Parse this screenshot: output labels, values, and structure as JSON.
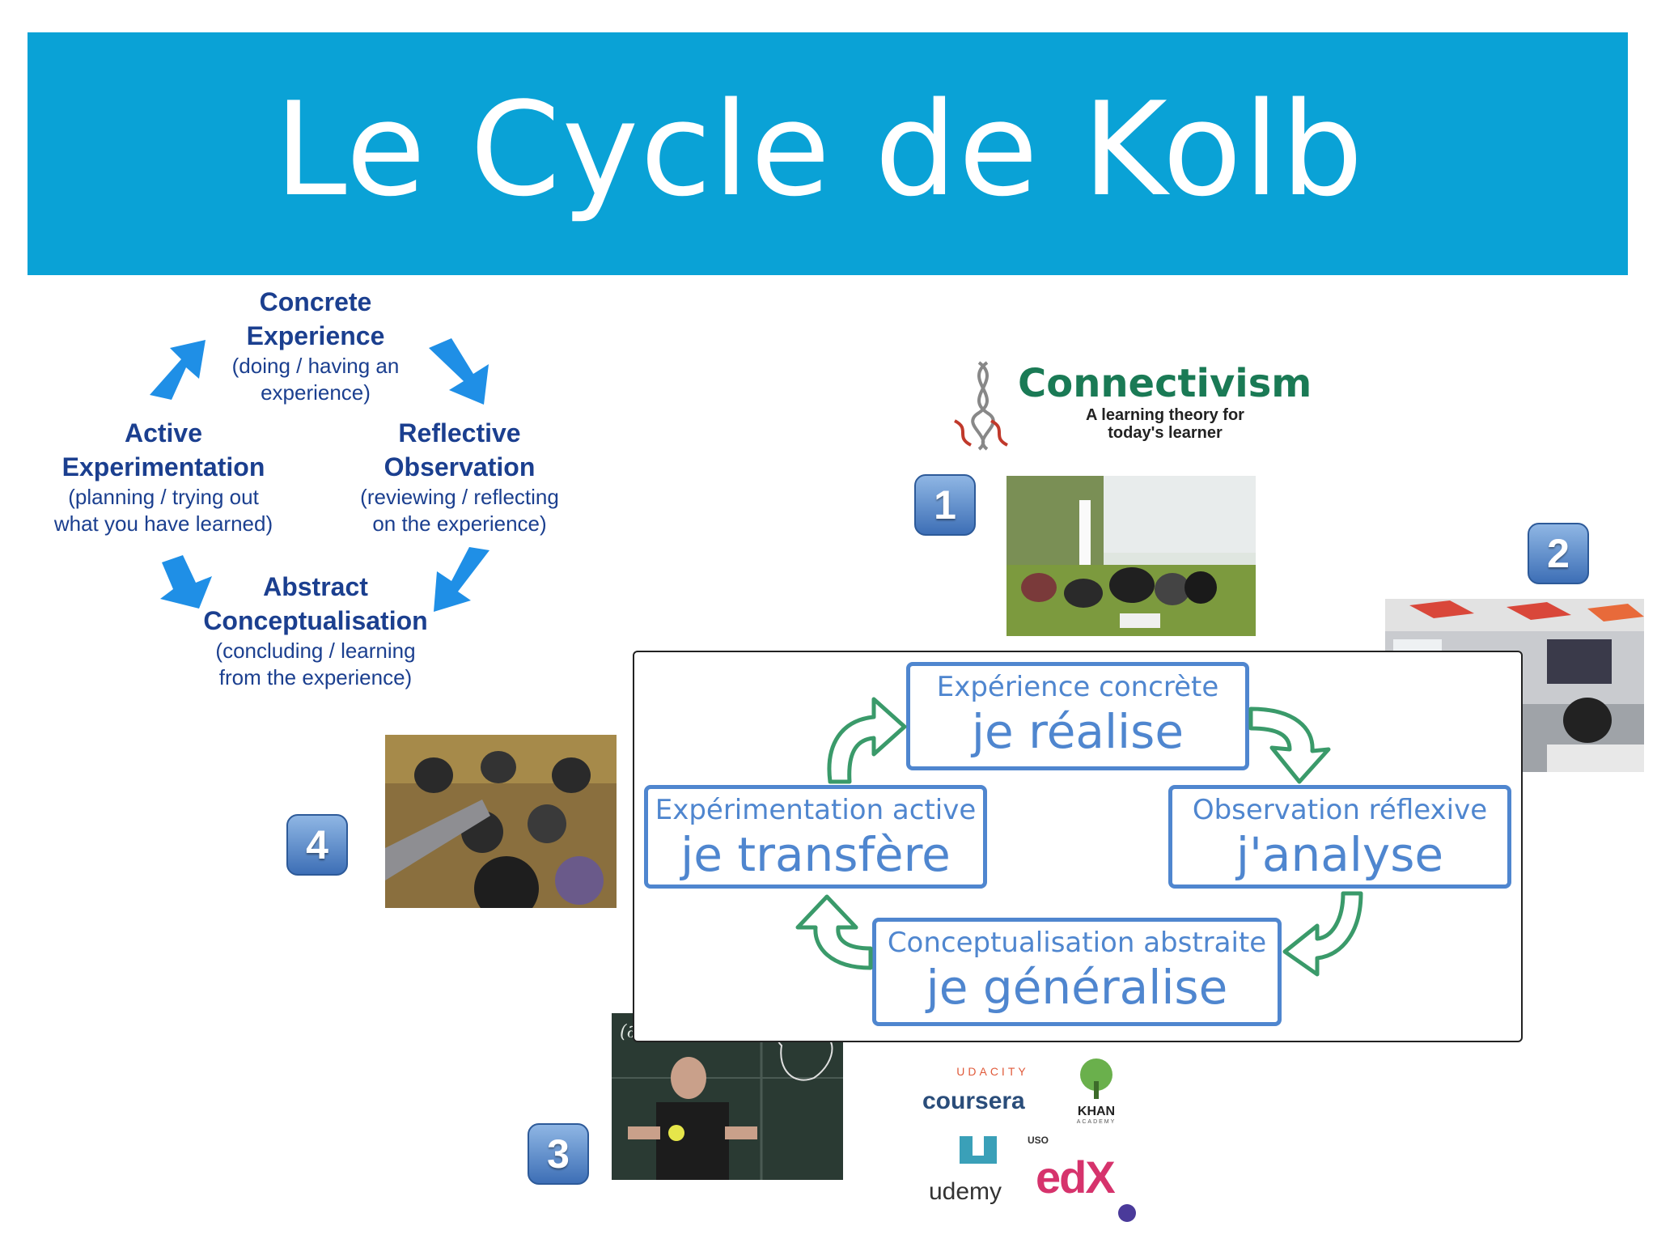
{
  "title": "Le Cycle de Kolb",
  "kolb_en": {
    "concrete": {
      "head1": "Concrete",
      "head2": "Experience",
      "sub1": "(doing / having an",
      "sub2": "experience)"
    },
    "reflective": {
      "head1": "Reflective",
      "head2": "Observation",
      "sub1": "(reviewing / reflecting",
      "sub2": "on the experience)"
    },
    "abstract": {
      "head1": "Abstract",
      "head2": "Conceptualisation",
      "sub1": "(concluding / learning",
      "sub2": "from the experience)"
    },
    "active": {
      "head1": "Active",
      "head2": "Experimentation",
      "sub1": "(planning / trying out",
      "sub2": "what you have learned)"
    },
    "arrow_color": "#1f8fe6"
  },
  "connectivism": {
    "name": "Connectivism",
    "tagline1": "A learning theory for",
    "tagline2": "today's learner"
  },
  "kolb_fr": {
    "top": {
      "label": "Expérience concrète",
      "verb": "je réalise"
    },
    "right": {
      "label": "Observation réflexive",
      "verb": "j'analyse"
    },
    "bottom": {
      "label": "Conceptualisation abstraite",
      "verb": "je généralise"
    },
    "left": {
      "label": "Expérimentation active",
      "verb": "je transfère"
    },
    "box_color": "#4f86cf",
    "arrow_color": "#3a9a6a"
  },
  "badges": [
    "1",
    "2",
    "3",
    "4"
  ],
  "mooc_logos": {
    "udacity": "UDACITY",
    "coursera": "coursera",
    "khan": "KHAN",
    "khan_sub": "ACADEMY",
    "udemy": "udemy",
    "edx": "edX",
    "uso": "USO"
  },
  "colors": {
    "title_bar": "#0aa2d6",
    "kolb_text": "#1b3f8f"
  }
}
